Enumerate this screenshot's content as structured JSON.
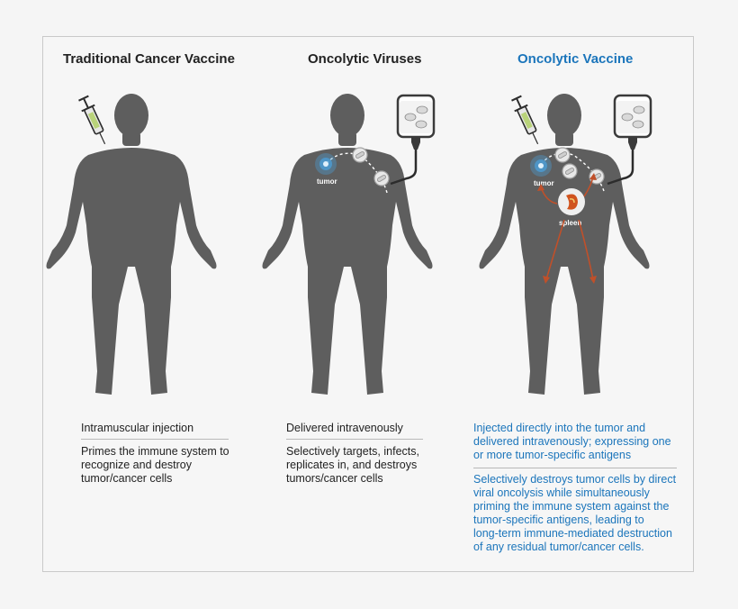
{
  "columns": [
    {
      "title": "Traditional Cancer Vaccine",
      "line1": "Intramuscular injection",
      "line2": [
        "Primes the immune system to",
        "recognize and destroy",
        "tumor/cancer cells"
      ]
    },
    {
      "title": "Oncolytic Viruses",
      "line1": "Delivered intravenously",
      "line2": [
        "Selectively targets, infects,",
        "replicates in, and destroys",
        "tumors/cancer cells"
      ],
      "tumor_label": "tumor"
    },
    {
      "title": "Oncolytic Vaccine",
      "line1": [
        "Injected directly into the tumor and",
        "delivered intravenously; expressing one",
        "or more tumor-specific antigens"
      ],
      "line2": [
        "Selectively destroys tumor cells by direct",
        "viral oncolysis while simultaneously",
        "priming the immune system against the",
        "tumor-specific antigens, leading to",
        "long-term immune-mediated destruction",
        "of any residual tumor/cancer cells."
      ],
      "tumor_label": "tumor",
      "spleen_label": "spleen"
    }
  ],
  "colors": {
    "body": "#5e5e5e",
    "accent": "#1b75bb",
    "tumor_glow": "#4aa3df",
    "arrow": "#c0502a"
  },
  "icons": [
    "syringe-icon",
    "iv-bag-icon",
    "virus-particle-icon",
    "tumor-icon",
    "spleen-icon"
  ]
}
